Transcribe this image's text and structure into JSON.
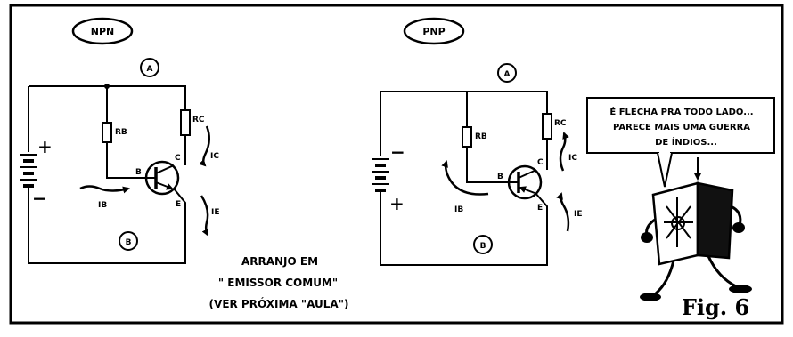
{
  "npn": {
    "title": "NPN",
    "point_a": "A",
    "point_b": "B",
    "rb": "RB",
    "rc": "RC",
    "terminal_b": "B",
    "terminal_c": "C",
    "terminal_e": "E",
    "ib": "IB",
    "ic": "IC",
    "ie": "IE",
    "plus": "+",
    "minus": "−"
  },
  "pnp": {
    "title": "PNP",
    "point_a": "A",
    "point_b": "B",
    "rb": "RB",
    "rc": "RC",
    "terminal_b": "B",
    "terminal_c": "C",
    "terminal_e": "E",
    "ib": "IB",
    "ic": "IC",
    "ie": "IE",
    "plus": "+",
    "minus": "−"
  },
  "caption": {
    "line1": "ARRANJO EM",
    "line2": "\" EMISSOR COMUM\"",
    "line3": "(VER PRÓXIMA \"AULA\")"
  },
  "bubble": {
    "line1": "É FLECHA PRA TODO LADO...",
    "line2": "PARECE MAIS UMA GUERRA",
    "line3": "DE ÍNDIOS..."
  },
  "figure_label": "Fig. 6"
}
